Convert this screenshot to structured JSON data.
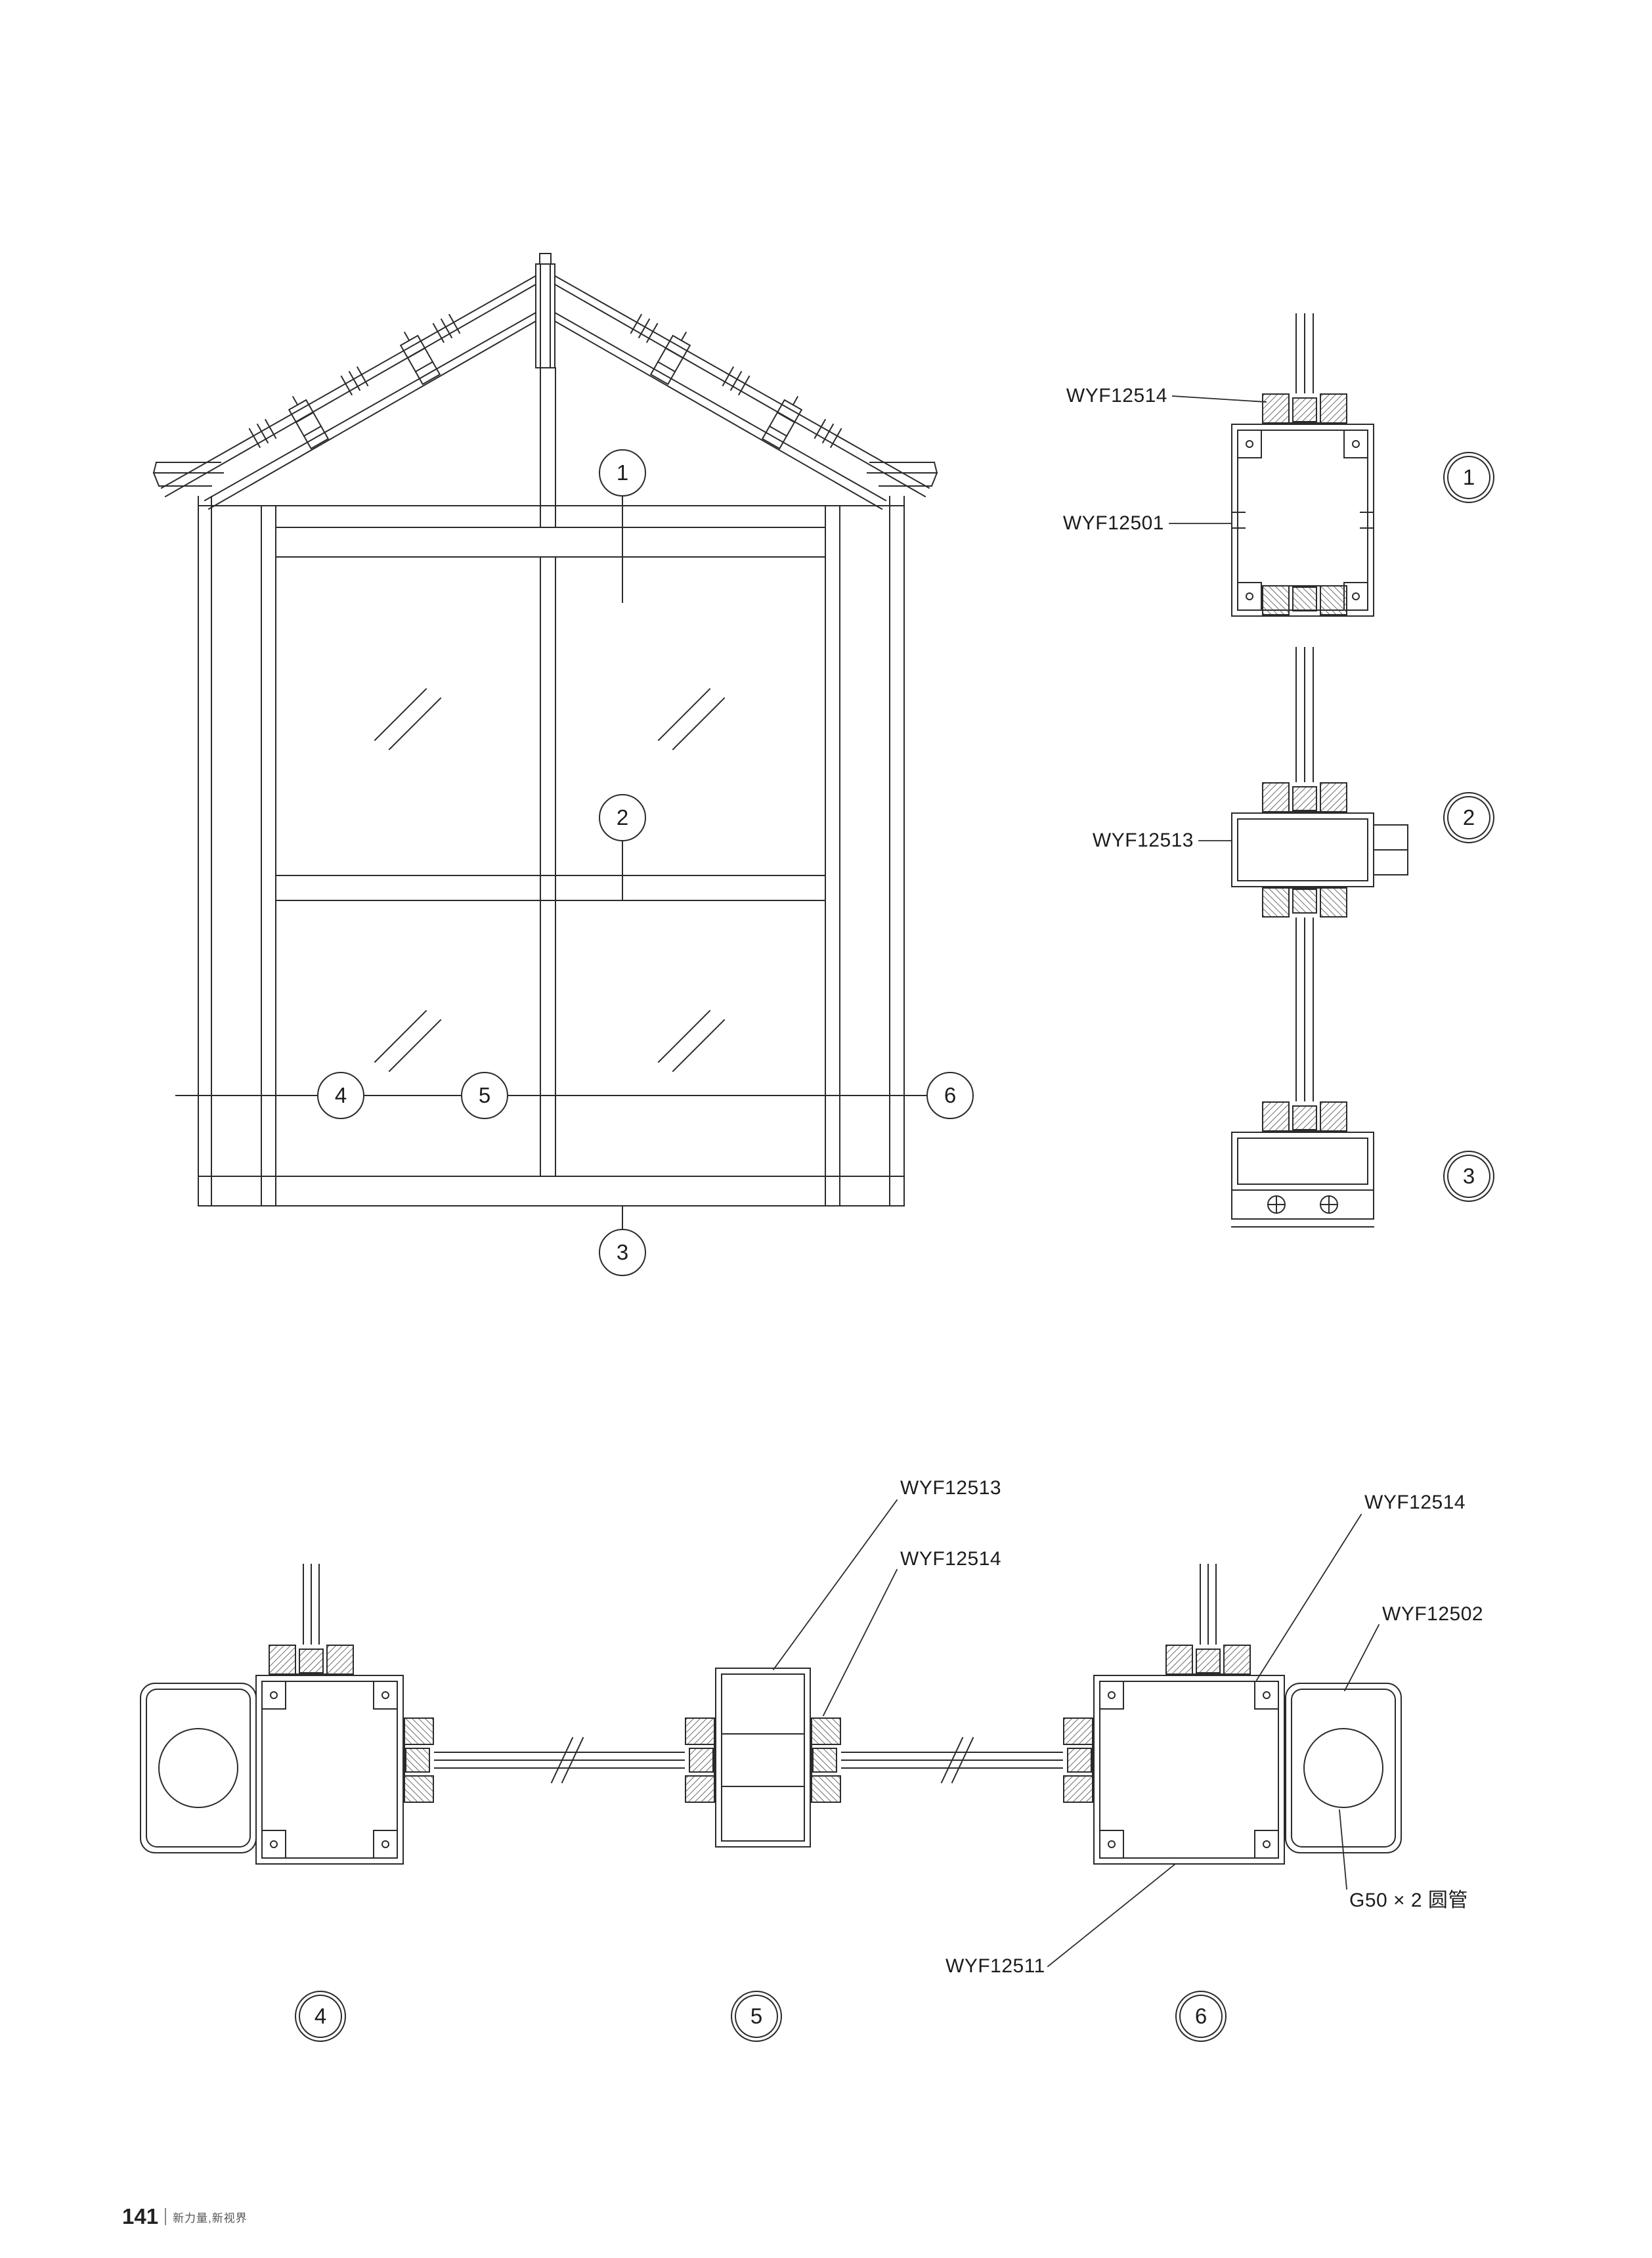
{
  "footer": {
    "page_number": "141",
    "tagline": "新力量,新视界"
  },
  "callouts": {
    "elevation": {
      "c1": "1",
      "c2": "2",
      "c3": "3",
      "c4": "4",
      "c5": "5",
      "c6": "6"
    },
    "sections": {
      "v1": "1",
      "v2": "2",
      "v3": "3",
      "h4": "4",
      "h5": "5",
      "h6": "6"
    }
  },
  "labels": {
    "v_top_gasket": "WYF12514",
    "v_mullion": "WYF12501",
    "v_transom": "WYF12513",
    "h_center_profile": "WYF12513",
    "h_center_gasket": "WYF12514",
    "h_right_gasket": "WYF12514",
    "h_right_cap": "WYF12502",
    "h_tube": "G50 × 2 圆管",
    "h_mullion": "WYF12511"
  }
}
